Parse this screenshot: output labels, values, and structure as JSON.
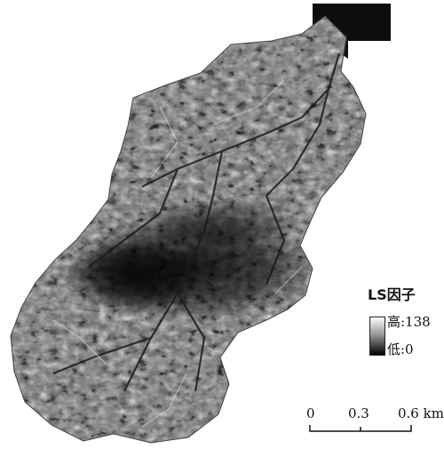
{
  "legend": {
    "title": "LS因子",
    "high_label": "高:138",
    "low_label": "低:0",
    "high_value": 138,
    "low_value": 0,
    "ramp_colors": [
      "#ffffff",
      "#000000"
    ]
  },
  "scale_bar": {
    "ticks": [
      "0",
      "0.3",
      "0.6 km"
    ]
  },
  "map": {
    "fill_color": "#6e6e6e"
  }
}
